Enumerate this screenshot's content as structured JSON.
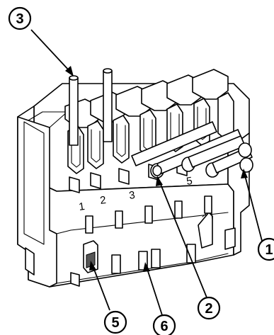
{
  "callouts": {
    "c1": "1",
    "c2": "2",
    "c3": "3",
    "c5": "5",
    "c6": "6"
  },
  "terminal_labels": {
    "t1": "1",
    "t2": "2",
    "t3": "3",
    "t5": "5"
  },
  "colors": {
    "line": "#000000",
    "background": "#ffffff",
    "shade": "#d9d9d9"
  }
}
